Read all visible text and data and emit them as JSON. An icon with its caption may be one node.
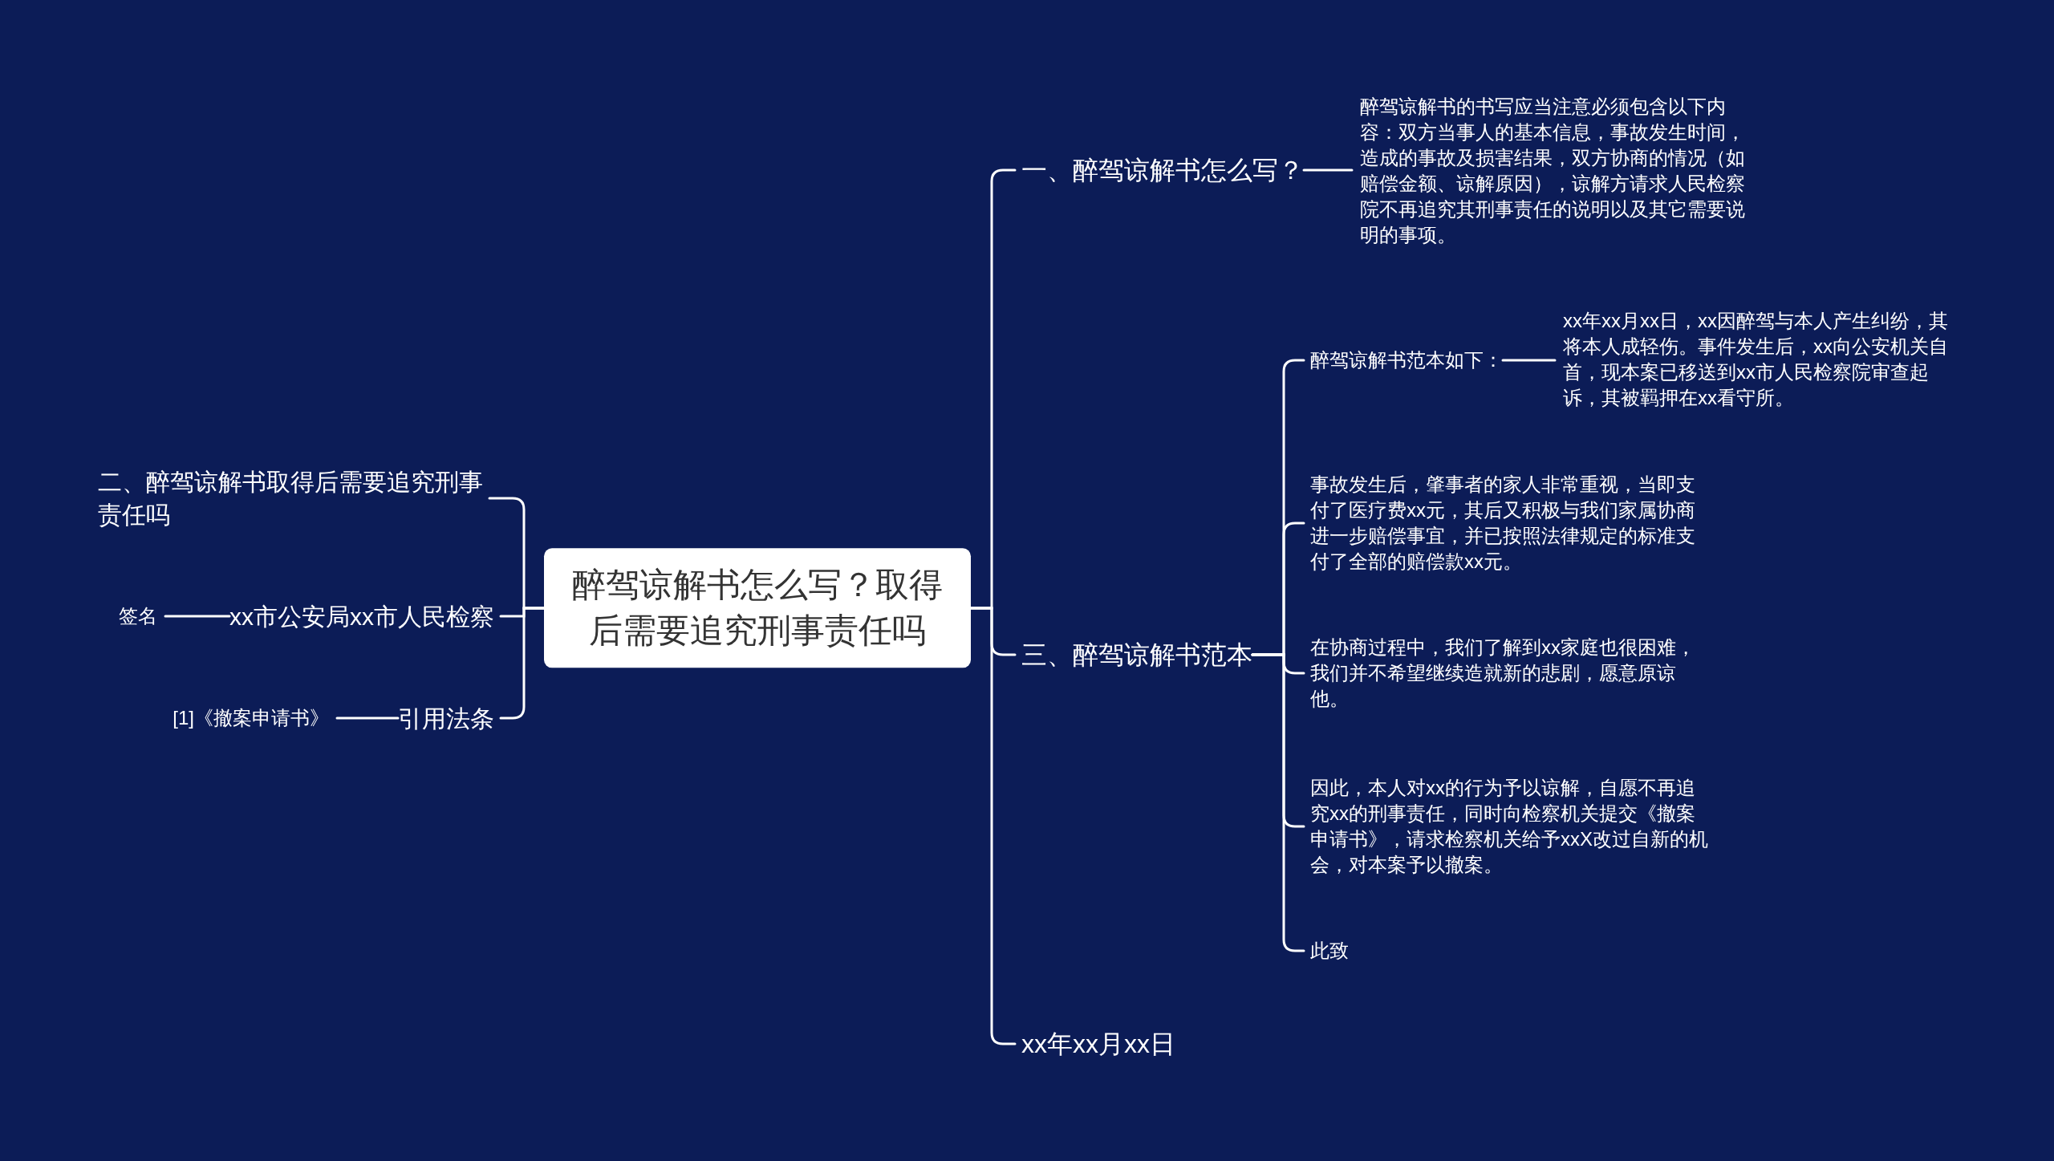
{
  "diagram": {
    "nodes": [
      {
        "text": [
          "醉驾谅解书怎么写？取得后需要追究刑事责任吗"
        ]
      },
      {
        "text": [
          "二、醉驾谅解书取得后需要追究刑事责任吗"
        ]
      },
      {
        "text": [
          "xx市公安局xx市人民检察"
        ]
      },
      {
        "text": [
          "签名"
        ]
      },
      {
        "text": [
          "引用法条"
        ]
      },
      {
        "text": [
          "[1]《撤案申请书》"
        ]
      },
      {
        "text": [
          "一、醉驾谅解书怎么写？"
        ]
      },
      {
        "text": [
          "醉驾谅解书的书写应当注意必须包含以下内容：双方当事人的基本信息，事故发生时间，造成的事故及损害结果，双方协商的情况（如赔偿金额、谅解原因），谅解方请求人民检察院不再追究其刑事责任的说明以及其它需要说明的事项。"
        ]
      },
      {
        "text": [
          "三、醉驾谅解书范本"
        ]
      },
      {
        "text": [
          "醉驾谅解书范本如下："
        ]
      },
      {
        "text": [
          "xx年xx月xx日，xx因醉驾与本人产生纠纷，其将本人成轻伤。事件发生后，xx向公安机关自首，现本案已移送到xx市人民检察院审查起诉，其被羁押在xx看守所。"
        ]
      },
      {
        "text": [
          "事故发生后，肇事者的家人非常重视，当即支付了医疗费xx元，其后又积极与我们家属协商进一步赔偿事宜，并已按照法律规定的标准支付了全部的赔偿款xx元。"
        ]
      },
      {
        "text": [
          "在协商过程中，我们了解到xx家庭也很困难，我们并不希望继续造就新的悲剧，愿意原谅他。"
        ]
      },
      {
        "text": [
          "因此，本人对xx的行为予以谅解，自愿不再追究xx的刑事责任，同时向检察机关提交《撤案申请书》，请求检察机关给予xxX改过自新的机会，对本案予以撤案。"
        ]
      },
      {
        "text": [
          "此致"
        ]
      },
      {
        "text": [
          "xx年xx月xx日"
        ]
      }
    ],
    "edges": [
      {
        "from": 0,
        "to": 1,
        "arrow": "none"
      },
      {
        "from": 0,
        "to": 2,
        "arrow": "none"
      },
      {
        "from": 0,
        "to": 4,
        "arrow": "none"
      },
      {
        "from": 2,
        "to": 3,
        "arrow": "none"
      },
      {
        "from": 4,
        "to": 5,
        "arrow": "none"
      },
      {
        "from": 0,
        "to": 6,
        "arrow": "none"
      },
      {
        "from": 6,
        "to": 7,
        "arrow": "none"
      },
      {
        "from": 0,
        "to": 8,
        "arrow": "none"
      },
      {
        "from": 0,
        "to": 15,
        "arrow": "none"
      },
      {
        "from": 8,
        "to": 9,
        "arrow": "none"
      },
      {
        "from": 9,
        "to": 10,
        "arrow": "none"
      },
      {
        "from": 8,
        "to": 11,
        "arrow": "none"
      },
      {
        "from": 8,
        "to": 12,
        "arrow": "none"
      },
      {
        "from": 8,
        "to": 13,
        "arrow": "none"
      },
      {
        "from": 8,
        "to": 14,
        "arrow": "none"
      }
    ]
  }
}
